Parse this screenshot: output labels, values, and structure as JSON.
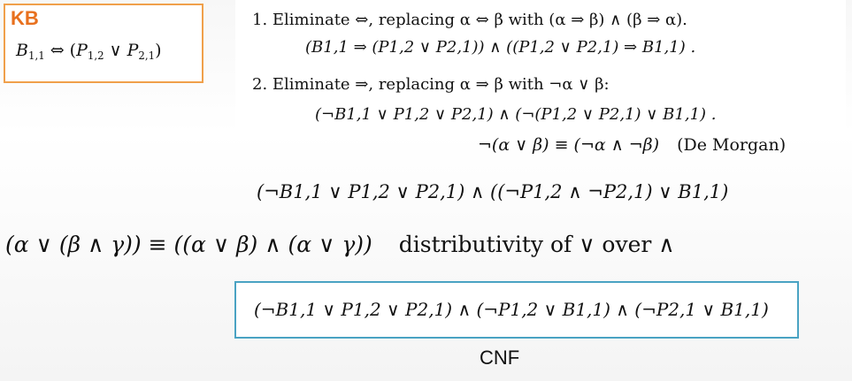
{
  "kb": {
    "title": "KB",
    "B": "B",
    "sub11": "1,1",
    "iff": " ⇔ (",
    "P": "P",
    "sub12": "1,2",
    "or": " ∨ ",
    "sub21": "2,1",
    "close": ")"
  },
  "steps": {
    "step1_label": "1.  Eliminate ⇔, replacing α ⇔ β with (α ⇒ β) ∧ (β ⇒ α).",
    "step1_formula": "(B1,1 ⇒ (P1,2 ∨ P2,1)) ∧ ((P1,2 ∨ P2,1) ⇒ B1,1) .",
    "step2_label": "2.  Eliminate ⇒, replacing α ⇒ β with ¬α ∨ β:",
    "step2_formula": "(¬B1,1 ∨ P1,2 ∨ P2,1) ∧ (¬(P1,2 ∨ P2,1) ∨ B1,1) ."
  },
  "de_morgan": {
    "law": "¬(α ∨ β) ≡ (¬α ∧ ¬β)",
    "name": "(De Morgan)"
  },
  "after_de_morgan": "(¬B1,1 ∨ P1,2 ∨ P2,1) ∧ ((¬P1,2 ∧ ¬P2,1) ∨ B1,1)",
  "distributivity": {
    "law": "(α ∨ (β ∧ γ))  ≡  ((α ∨ β) ∧ (α ∨ γ))",
    "name": "distributivity of  ∨  over ∧"
  },
  "cnf": {
    "formula": "(¬B1,1 ∨ P1,2 ∨ P2,1) ∧ (¬P1,2 ∨ B1,1) ∧ (¬P2,1 ∨ B1,1)",
    "label": "CNF"
  },
  "colors": {
    "kb_border": "#f0a04b",
    "kb_title": "#e8701e",
    "cnf_border": "#4aa3c3"
  }
}
